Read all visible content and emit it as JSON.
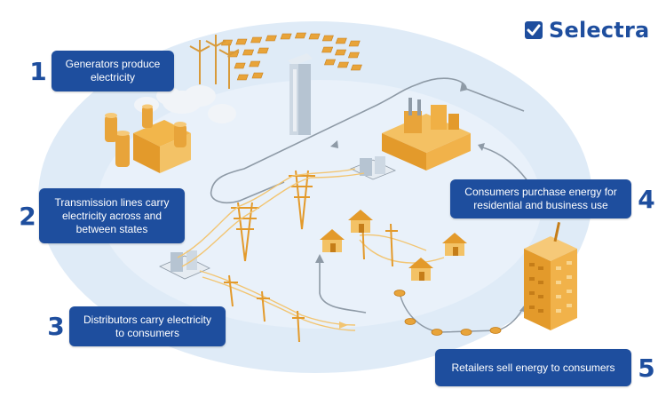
{
  "brand": {
    "name": "Selectra"
  },
  "colors": {
    "primary": "#1e4e9e",
    "accent": "#e89a2c",
    "backdrop": "#dce9f6"
  },
  "icons": {
    "logo": "check-box-icon"
  },
  "steps": [
    {
      "number": "1",
      "text": "Generators produce electricity"
    },
    {
      "number": "2",
      "text": "Transmission lines carry electricity across and between states"
    },
    {
      "number": "3",
      "text": "Distributors carry electricity to consumers"
    },
    {
      "number": "4",
      "text": "Consumers purchase energy for residential and business use"
    },
    {
      "number": "5",
      "text": "Retailers sell energy to consumers"
    }
  ]
}
